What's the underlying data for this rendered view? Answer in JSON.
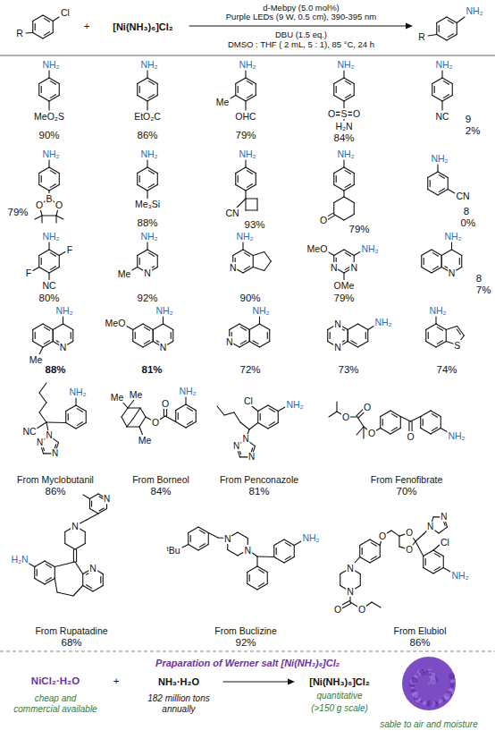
{
  "diagram": {
    "labels": [
      "R",
      "Cl",
      "+",
      "[Ni(NH₃)₆]Cl₂",
      "d-Mebpy (5.0 mol%)",
      "Purple LEDs (9 W, 0.5 cm), 390-395 nm",
      "DBU (1.5 eq.)",
      "DMSO : THF ( 2 mL, 5 : 1), 85 °C, 24 h",
      "R",
      "NH₂",
      "NH₂",
      "MeO₂S",
      "90%",
      "NH₂",
      "EtO₂C",
      "86%",
      "NH₂",
      "Me",
      "OHC",
      "79%",
      "NH₂",
      "O",
      "S",
      "O",
      "H₂N",
      "84%",
      "NH₂",
      "NC",
      "92%",
      "NH₂",
      "B",
      "O",
      "O",
      "79%",
      "NH₂",
      "Me₃Si",
      "88%",
      "NH₂",
      "CN",
      "93%",
      "NH₂",
      "O",
      "79%",
      "NH₂",
      "CN",
      "80%",
      "NH₂",
      "F",
      "F",
      "NC",
      "80%",
      "NH₂",
      "N",
      "Me",
      "92%",
      "NH₂",
      "N",
      "90%",
      "MeO",
      "NH₂",
      "N",
      "N",
      "OMe",
      "79%",
      "NH₂",
      "N",
      "87%",
      "NH₂",
      "N",
      "Me",
      "88%",
      "MeO",
      "NH₂",
      "N",
      "81%",
      "N",
      "NH₂",
      "72%",
      "N",
      "N",
      "NH₂",
      "73%",
      "NH₂",
      "S",
      "74%",
      "NH₂",
      "NC",
      "N",
      "N",
      "N",
      "From Myclobutanil",
      "86%",
      "NH₂",
      "Me",
      "Me",
      "O",
      "O",
      "Me",
      "From Borneol",
      "84%",
      "Cl",
      "NH₂",
      "N",
      "N",
      "N",
      "From Penconazole",
      "81%",
      "O",
      "O",
      "O",
      "O",
      "NH₂",
      "From Fenofibrate",
      "70%",
      "N",
      "N",
      "H₂N",
      "N",
      "From Rupatadine",
      "68%",
      "ᵗBu",
      "N",
      "N",
      "NH₂",
      "From Buclizine",
      "92%",
      "N",
      "N",
      "O",
      "O",
      "Cl",
      "O",
      "NH₂",
      "N",
      "N",
      "O",
      "O",
      "From Elubiol",
      "86%",
      "Praparation of Werner salt [Ni(NH₃)₆]Cl₂",
      "NiCl₂·H₂O",
      "cheap and commercial available",
      "+",
      "NH₃·H₂O",
      "182 million tons annually",
      "[Ni(NH₃)₆]Cl₂",
      "quantitative",
      "(>150 g scale)",
      "sable to air and moisture"
    ]
  }
}
